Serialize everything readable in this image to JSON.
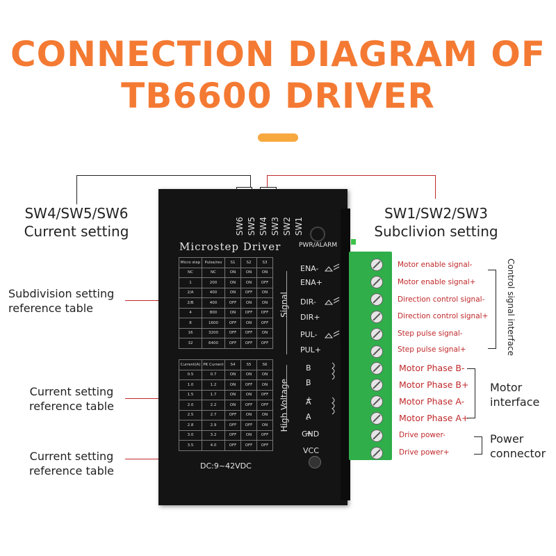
{
  "title": {
    "line1": "CONNECTION DIAGRAM OF",
    "line2": "TB6600 DRIVER"
  },
  "callouts": {
    "sw456": {
      "line1": "SW4/SW5/SW6",
      "line2": "Current setting"
    },
    "sw123": {
      "line1": "SW1/SW2/SW3",
      "line2": "Subclivion setting"
    },
    "subdivision_table": {
      "line1": "Subdivision setting",
      "line2": "reference table"
    },
    "current_table_1": {
      "line1": "Current setting",
      "line2": "reference table"
    },
    "current_table_2": {
      "line1": "Current setting",
      "line2": "reference table"
    }
  },
  "driver": {
    "switches": [
      "SW6",
      "SW5",
      "SW4",
      "SW3",
      "SW2",
      "SW1"
    ],
    "name": "Microstep Driver",
    "pwr_alarm": "PWR/ALARM",
    "signal_label": "Signal",
    "high_voltage_label": "High Voltage",
    "dc_label": "DC:9~42VDC",
    "pins": [
      "ENA-",
      "ENA+",
      "DIR-",
      "DIR+",
      "PUL-",
      "PUL+",
      "B -",
      "B +",
      "A -",
      "A +",
      "GND",
      "VCC"
    ],
    "micro_table": {
      "headers": [
        "Micro step",
        "Pulse/rev",
        "S1",
        "S2",
        "S3"
      ],
      "rows": [
        [
          "NC",
          "NC",
          "ON",
          "ON",
          "ON"
        ],
        [
          "1",
          "200",
          "ON",
          "ON",
          "OFF"
        ],
        [
          "2/A",
          "400",
          "ON",
          "OFF",
          "ON"
        ],
        [
          "2/B",
          "400",
          "OFF",
          "ON",
          "ON"
        ],
        [
          "4",
          "800",
          "ON",
          "OFF",
          "OFF"
        ],
        [
          "8",
          "1600",
          "OFF",
          "ON",
          "OFF"
        ],
        [
          "16",
          "3200",
          "OFF",
          "OFF",
          "ON"
        ],
        [
          "32",
          "6400",
          "OFF",
          "OFF",
          "OFF"
        ]
      ]
    },
    "current_table": {
      "headers": [
        "Current(A)",
        "PK Current",
        "S4",
        "S5",
        "S6"
      ],
      "rows": [
        [
          "0.5",
          "0.7",
          "ON",
          "ON",
          "ON"
        ],
        [
          "1.0",
          "1.2",
          "ON",
          "OFF",
          "ON"
        ],
        [
          "1.5",
          "1.7",
          "ON",
          "ON",
          "OFF"
        ],
        [
          "2.0",
          "2.2",
          "ON",
          "OFF",
          "OFF"
        ],
        [
          "2.5",
          "2.7",
          "OFF",
          "ON",
          "ON"
        ],
        [
          "2.8",
          "2.9",
          "OFF",
          "OFF",
          "ON"
        ],
        [
          "3.0",
          "3.2",
          "OFF",
          "ON",
          "OFF"
        ],
        [
          "3.5",
          "4.0",
          "OFF",
          "OFF",
          "OFF"
        ]
      ]
    }
  },
  "terminals": [
    "Motor enable signal-",
    "Motor enable signal+",
    "Direction control signal-",
    "Direction control signal+",
    "Step pulse signal-",
    "Step pulse signal+",
    "Motor Phase B-",
    "Motor Phase B+",
    "Motor Phase A-",
    "Motor Phase A+",
    "Drive power-",
    "Drive power+"
  ],
  "groups": {
    "control": "Control signal interface",
    "motor": {
      "line1": "Motor",
      "line2": "interface"
    },
    "power": {
      "line1": "Power",
      "line2": "connector"
    }
  },
  "colors": {
    "title": "#f47a33",
    "accent": "#f7a940",
    "terminal_label": "#c0282a",
    "terminal_block": "#2fae4a"
  }
}
